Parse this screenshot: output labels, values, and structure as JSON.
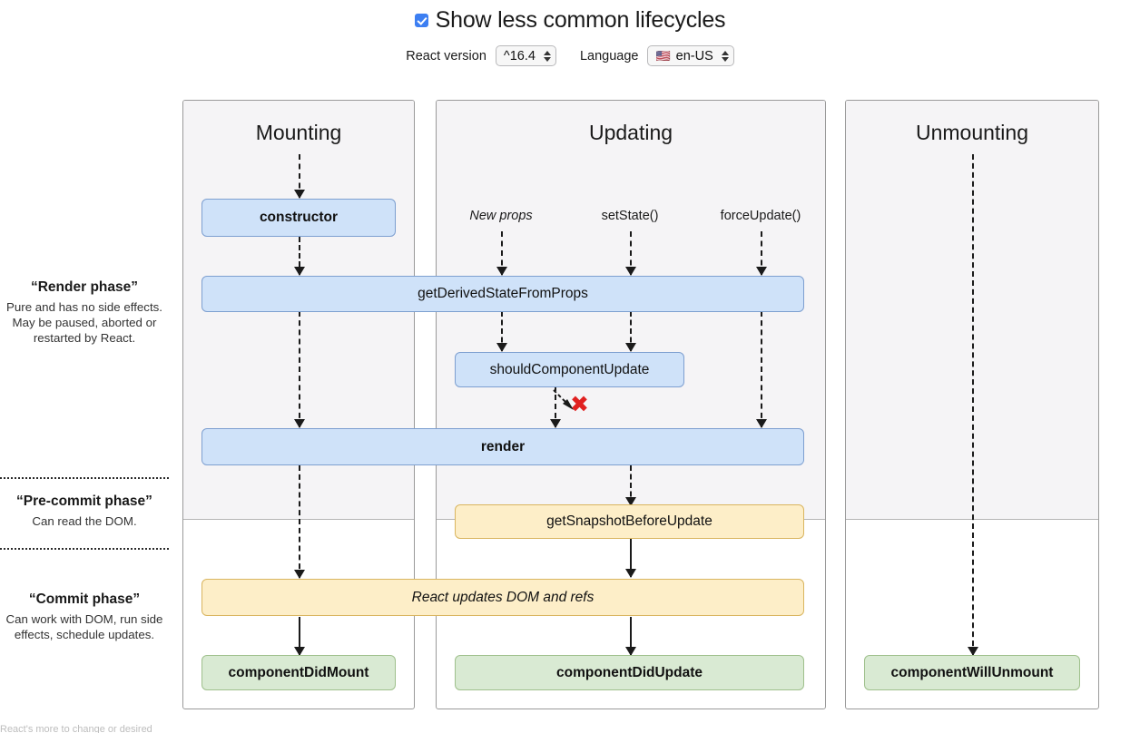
{
  "controls": {
    "checkbox_label": "Show less common lifecycles",
    "checkbox_checked": true,
    "version_label": "React version",
    "version_value": "^16.4",
    "language_label": "Language",
    "language_flag": "🇺🇸",
    "language_value": "en-US"
  },
  "phases": [
    {
      "title": "“Render phase”",
      "desc": "Pure and has no side effects. May be paused, aborted or restarted by React."
    },
    {
      "title": "“Pre-commit phase”",
      "desc": "Can read the DOM."
    },
    {
      "title": "“Commit phase”",
      "desc": "Can work with DOM, run side effects, schedule updates."
    }
  ],
  "columns": [
    {
      "title": "Mounting"
    },
    {
      "title": "Updating"
    },
    {
      "title": "Unmounting"
    }
  ],
  "triggers": [
    {
      "label": "New props",
      "italic": true
    },
    {
      "label": "setState()",
      "italic": false
    },
    {
      "label": "forceUpdate()",
      "italic": false
    }
  ],
  "boxes": {
    "constructor": "constructor",
    "get_derived_state_from_props": "getDerivedStateFromProps",
    "should_component_update": "shouldComponentUpdate",
    "render": "render",
    "get_snapshot_before_update": "getSnapshotBeforeUpdate",
    "react_updates_dom": "React updates DOM and refs",
    "component_did_mount": "componentDidMount",
    "component_did_update": "componentDidUpdate",
    "component_will_unmount": "componentWillUnmount"
  },
  "markers": {
    "skip_x": "✖"
  },
  "colors": {
    "blue_fill": "#cfe2f9",
    "blue_border": "#7d9fd0",
    "yellow_fill": "#fdeec8",
    "yellow_border": "#d9b55f",
    "green_fill": "#d9ead3",
    "green_border": "#9fc08c",
    "panel_top": "#f5f4f6",
    "accent_checkbox": "#3d7ff2",
    "x_red": "#e02020"
  },
  "footer_note": "React's more to change or desired"
}
